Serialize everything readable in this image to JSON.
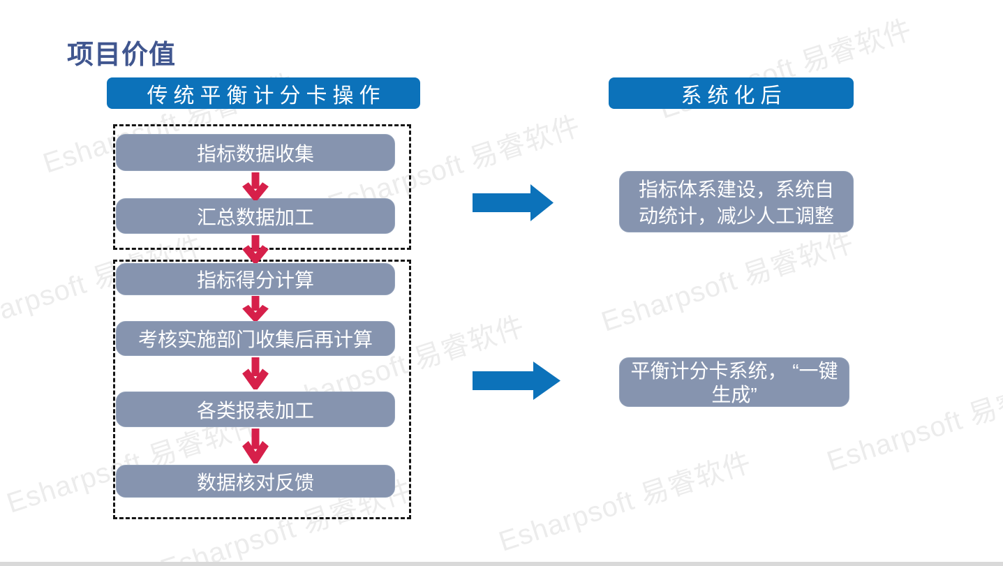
{
  "page": {
    "title": "项目价值",
    "watermark_text": "Esharpsoft 易睿软件"
  },
  "colors": {
    "header_blue": "#0c72ba",
    "box_slate": "#8694af",
    "arrow_red": "#d6204a",
    "title_blue": "#40568f",
    "watermark_gray": "#ececec"
  },
  "left_column": {
    "header": "传统平衡计分卡操作",
    "group1_steps": [
      "指标数据收集",
      "汇总数据加工"
    ],
    "group2_steps": [
      "指标得分计算",
      "考核实施部门收集后再计算",
      "各类报表加工",
      "数据核对反馈"
    ]
  },
  "right_column": {
    "header": "系统化后",
    "result1": "指标体系建设，系统自动统计，减少人工调整",
    "result2": "平衡计分卡系统， “一键生成”"
  }
}
